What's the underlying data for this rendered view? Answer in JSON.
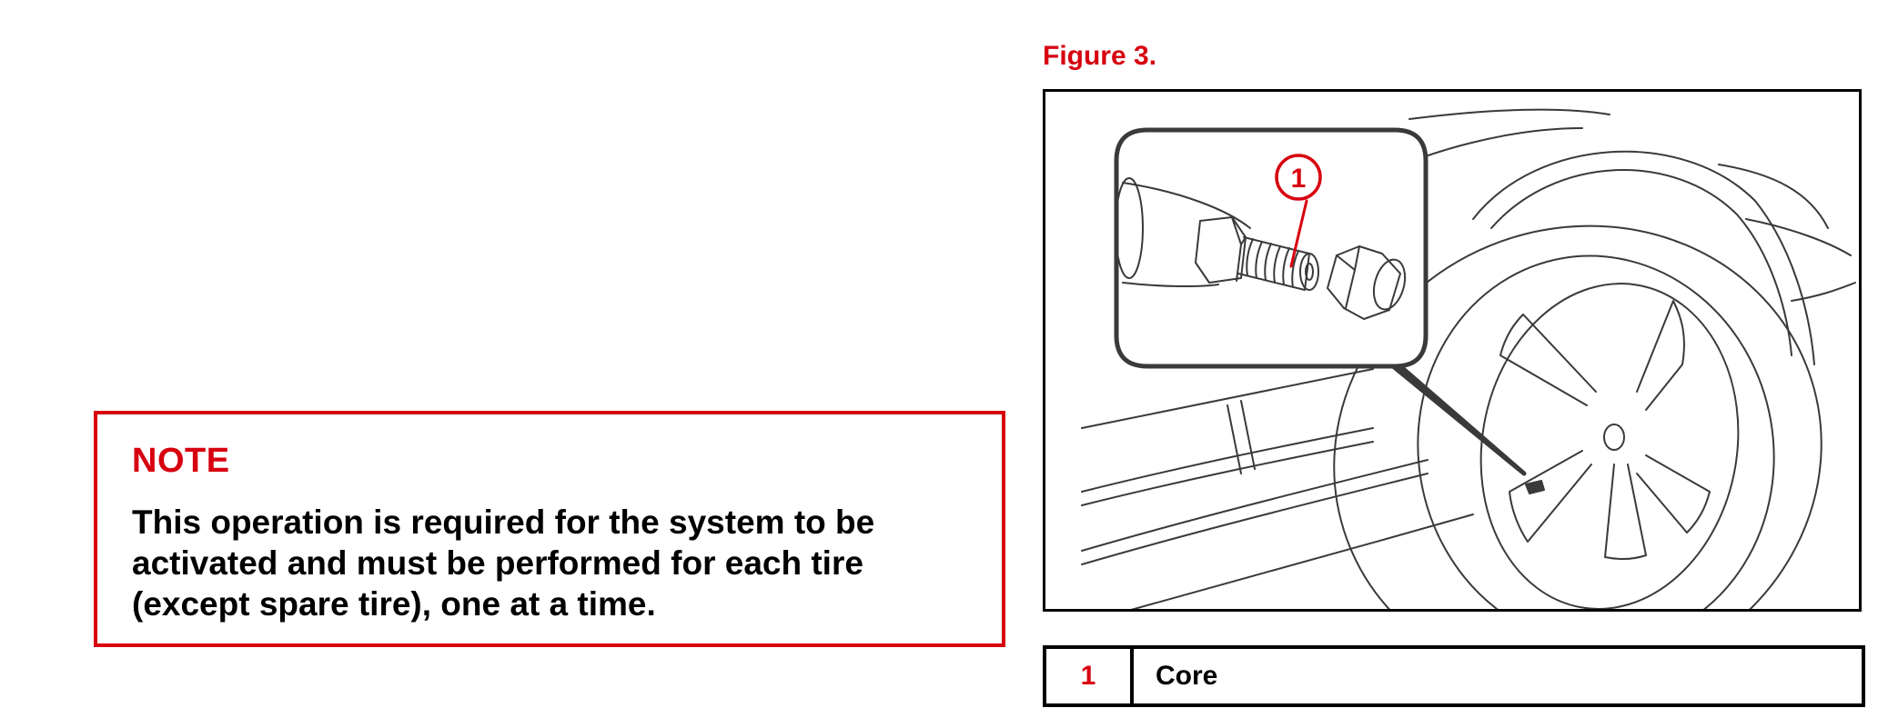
{
  "note": {
    "title": "NOTE",
    "text": "This operation is required for the system to be activated and must be performed for each tire (except spare tire), one at a time."
  },
  "figure": {
    "caption": "Figure 3.",
    "callout_number": "1",
    "accent_color": "#d7000f"
  },
  "legend": {
    "rows": [
      {
        "number": "1",
        "label": "Core"
      }
    ]
  }
}
